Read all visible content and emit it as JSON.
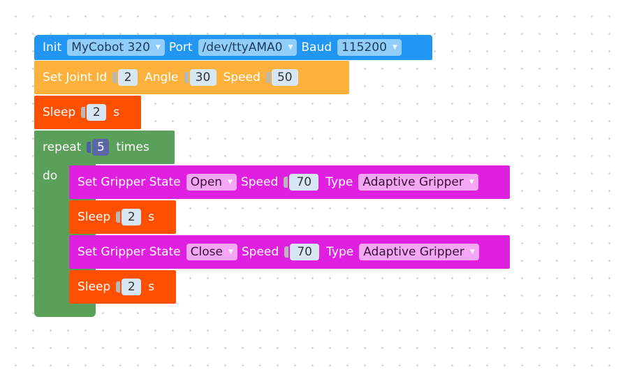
{
  "workspace": {
    "init_block": {
      "label": "Init",
      "robot_value": "MyCobot 320",
      "port_label": "Port",
      "port_value": "/dev/ttyAMA0",
      "baud_label": "Baud",
      "baud_value": "115200"
    },
    "set_joint_block": {
      "label": "Set Joint Id",
      "joint_id": "2",
      "angle_label": "Angle",
      "angle_value": "30",
      "speed_label": "Speed",
      "speed_value": "50"
    },
    "sleep_block_1": {
      "label": "Sleep",
      "value": "2",
      "unit": "s"
    },
    "repeat_block": {
      "label": "repeat",
      "count": "5",
      "times_label": "times",
      "do_label": "do"
    },
    "gripper_block_1": {
      "label": "Set Gripper State",
      "state_value": "Open",
      "speed_label": "Speed",
      "speed_value": "70",
      "type_label": "Type",
      "type_value": "Adaptive Gripper"
    },
    "sleep_block_2": {
      "label": "Sleep",
      "value": "2",
      "unit": "s"
    },
    "gripper_block_2": {
      "label": "Set Gripper State",
      "state_value": "Close",
      "speed_label": "Speed",
      "speed_value": "70",
      "type_label": "Type",
      "type_value": "Adaptive Gripper"
    },
    "sleep_block_3": {
      "label": "Sleep",
      "value": "2",
      "unit": "s"
    },
    "dropdown_arrow": "▼",
    "colors": {
      "init_block": "#2196f3",
      "motion_block": "#fbb13c",
      "sleep_block": "#ff4f00",
      "loop_block": "#5aa05a",
      "gripper_block": "#e020e0"
    }
  }
}
